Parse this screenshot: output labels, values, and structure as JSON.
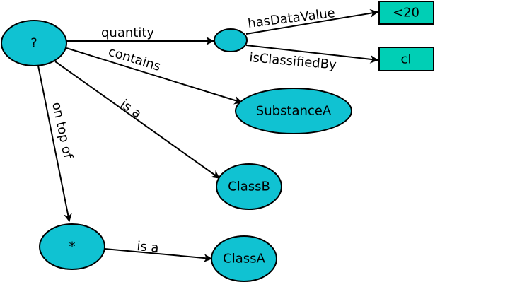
{
  "nodes": {
    "query": "?",
    "value": "",
    "lt20": "<20",
    "cl": "cl",
    "substance_a": "SubstanceA",
    "class_b": "ClassB",
    "star": "*",
    "class_a": "ClassA"
  },
  "edges": {
    "quantity": "quantity",
    "has_data_value": "hasDataValue",
    "is_classified_by": "isClassifiedBy",
    "contains": "contains",
    "is_a_class_b": "is a",
    "on_top_of": "on top of",
    "is_a_class_a": "is a"
  }
}
